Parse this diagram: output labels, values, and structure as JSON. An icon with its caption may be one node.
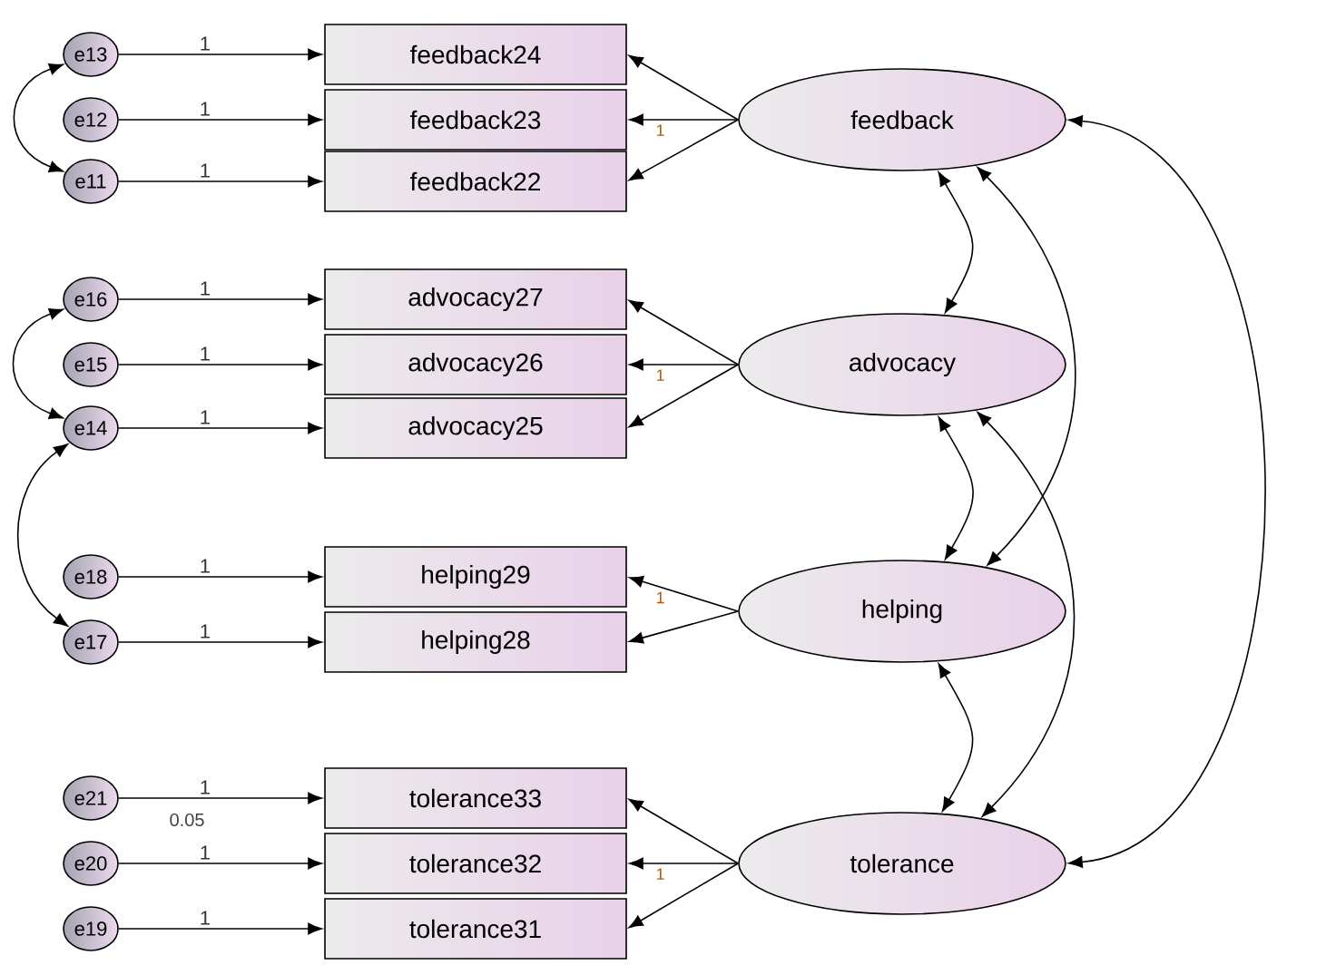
{
  "diagram": {
    "nodes": [
      {
        "text": [
          "e13"
        ]
      },
      {
        "text": [
          "e12"
        ]
      },
      {
        "text": [
          "e11"
        ]
      },
      {
        "text": [
          "e16"
        ]
      },
      {
        "text": [
          "e15"
        ]
      },
      {
        "text": [
          "e14"
        ]
      },
      {
        "text": [
          "e18"
        ]
      },
      {
        "text": [
          "e17"
        ]
      },
      {
        "text": [
          "e21"
        ]
      },
      {
        "text": [
          "e20"
        ]
      },
      {
        "text": [
          "e19"
        ]
      },
      {
        "text": [
          "feedback24"
        ]
      },
      {
        "text": [
          "feedback23"
        ]
      },
      {
        "text": [
          "feedback22"
        ]
      },
      {
        "text": [
          "advocacy27"
        ]
      },
      {
        "text": [
          "advocacy26"
        ]
      },
      {
        "text": [
          "advocacy25"
        ]
      },
      {
        "text": [
          "helping29"
        ]
      },
      {
        "text": [
          "helping28"
        ]
      },
      {
        "text": [
          "tolerance33"
        ]
      },
      {
        "text": [
          "tolerance32"
        ]
      },
      {
        "text": [
          "tolerance31"
        ]
      },
      {
        "text": [
          "feedback"
        ]
      },
      {
        "text": [
          "advocacy"
        ]
      },
      {
        "text": [
          "helping"
        ]
      },
      {
        "text": [
          "tolerance"
        ]
      }
    ],
    "edges": [
      {
        "from": 0,
        "to": 11,
        "arrow": "to",
        "label": "1"
      },
      {
        "from": 1,
        "to": 12,
        "arrow": "to",
        "label": "1"
      },
      {
        "from": 2,
        "to": 13,
        "arrow": "to",
        "label": "1"
      },
      {
        "from": 3,
        "to": 14,
        "arrow": "to",
        "label": "1"
      },
      {
        "from": 4,
        "to": 15,
        "arrow": "to",
        "label": "1"
      },
      {
        "from": 5,
        "to": 16,
        "arrow": "to",
        "label": "1"
      },
      {
        "from": 6,
        "to": 17,
        "arrow": "to",
        "label": "1"
      },
      {
        "from": 7,
        "to": 18,
        "arrow": "to",
        "label": "1"
      },
      {
        "from": 8,
        "to": 19,
        "arrow": "to",
        "label": "1"
      },
      {
        "from": 9,
        "to": 20,
        "arrow": "to",
        "label": "1"
      },
      {
        "from": 10,
        "to": 21,
        "arrow": "to",
        "label": "1"
      },
      {
        "from": 22,
        "to": 11,
        "arrow": "to"
      },
      {
        "from": 22,
        "to": 12,
        "arrow": "to",
        "label": "1"
      },
      {
        "from": 22,
        "to": 13,
        "arrow": "to"
      },
      {
        "from": 23,
        "to": 14,
        "arrow": "to"
      },
      {
        "from": 23,
        "to": 15,
        "arrow": "to",
        "label": "1"
      },
      {
        "from": 23,
        "to": 16,
        "arrow": "to"
      },
      {
        "from": 24,
        "to": 17,
        "arrow": "to",
        "label": "1"
      },
      {
        "from": 24,
        "to": 18,
        "arrow": "to"
      },
      {
        "from": 25,
        "to": 19,
        "arrow": "to"
      },
      {
        "from": 25,
        "to": 20,
        "arrow": "to",
        "label": "1"
      },
      {
        "from": 25,
        "to": 21,
        "arrow": "to"
      },
      {
        "from": 0,
        "to": 2,
        "arrow": "both"
      },
      {
        "from": 3,
        "to": 5,
        "arrow": "both"
      },
      {
        "from": 5,
        "to": 7,
        "arrow": "both"
      },
      {
        "from": 22,
        "to": 23,
        "arrow": "both"
      },
      {
        "from": 22,
        "to": 24,
        "arrow": "both"
      },
      {
        "from": 22,
        "to": 25,
        "arrow": "both"
      },
      {
        "from": 23,
        "to": 24,
        "arrow": "both"
      },
      {
        "from": 23,
        "to": 25,
        "arrow": "both"
      },
      {
        "from": 24,
        "to": 25,
        "arrow": "both"
      }
    ],
    "labels": [
      "0.05"
    ]
  }
}
